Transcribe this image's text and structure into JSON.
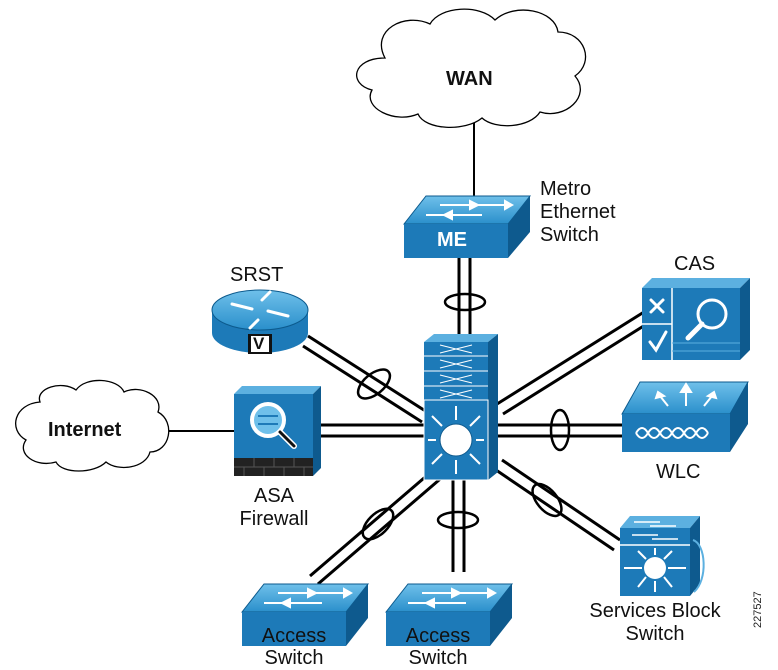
{
  "nodes": {
    "wan": {
      "label": "WAN"
    },
    "internet": {
      "label": "Internet"
    },
    "metro": {
      "icon_text": "ME",
      "label_lines": [
        "Metro",
        "Ethernet",
        "Switch"
      ]
    },
    "srst": {
      "label": "SRST",
      "icon_text": "V"
    },
    "cas": {
      "label": "CAS"
    },
    "asa": {
      "label_lines": [
        "ASA",
        "Firewall"
      ]
    },
    "wlc": {
      "label": "WLC"
    },
    "services": {
      "label_lines": [
        "Services Block",
        "Switch"
      ]
    },
    "access1": {
      "label_lines": [
        "Access",
        "Switch"
      ]
    },
    "access2": {
      "label_lines": [
        "Access",
        "Switch"
      ]
    }
  },
  "figure_id": "227527",
  "colors": {
    "device_blue": "#1d7ab8",
    "device_dark": "#0e5a8e",
    "device_light": "#5cb0e0",
    "line": "#000000"
  }
}
